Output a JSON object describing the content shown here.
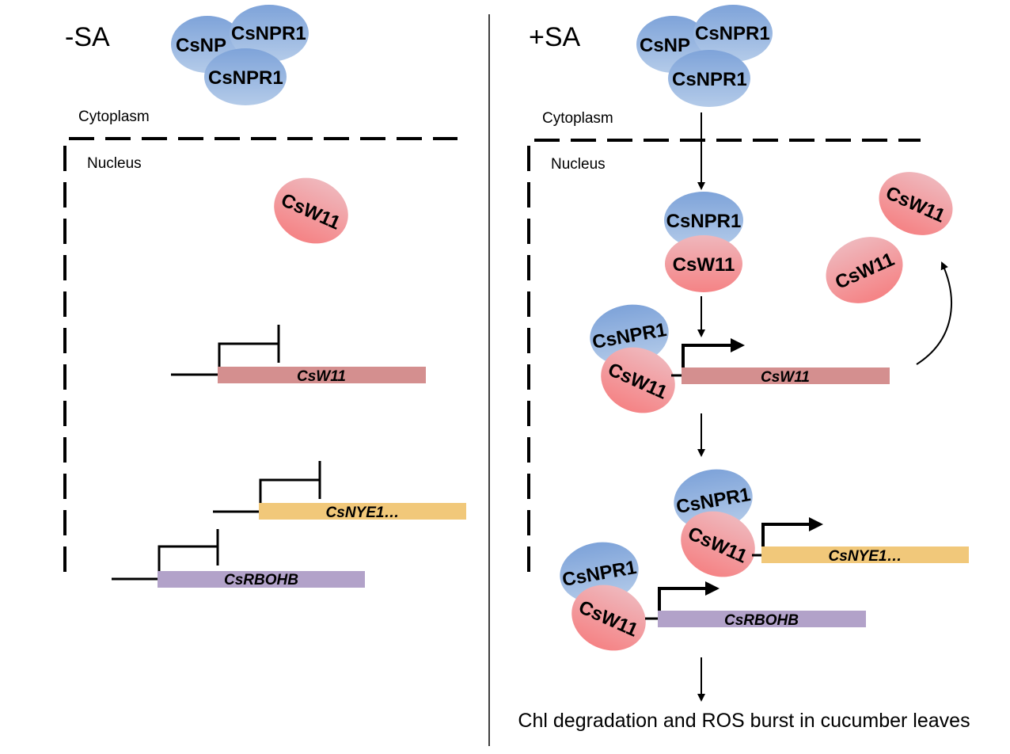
{
  "colors": {
    "npr1_top": "#a9c4e6",
    "npr1_bottom": "#7ea3d9",
    "w11_top": "#efb7bc",
    "w11_bottom": "#f28486",
    "gene_csw11": "#d48f8f",
    "gene_csnye1": "#f1c87a",
    "gene_csrbohb": "#b2a2c9"
  },
  "labels": {
    "minus_sa": "-SA",
    "plus_sa": "+SA",
    "cytoplasm": "Cytoplasm",
    "nucleus": "Nucleus",
    "npr1": "CsNPR1",
    "npr1_clipped": "CsNP",
    "w11": "CsW11",
    "outcome": "Chl degradation and ROS burst in cucumber leaves"
  },
  "genes": {
    "csw11": "CsW11",
    "csnye1": "CsNYE1…",
    "csrbohb": "CsRBOHB"
  }
}
